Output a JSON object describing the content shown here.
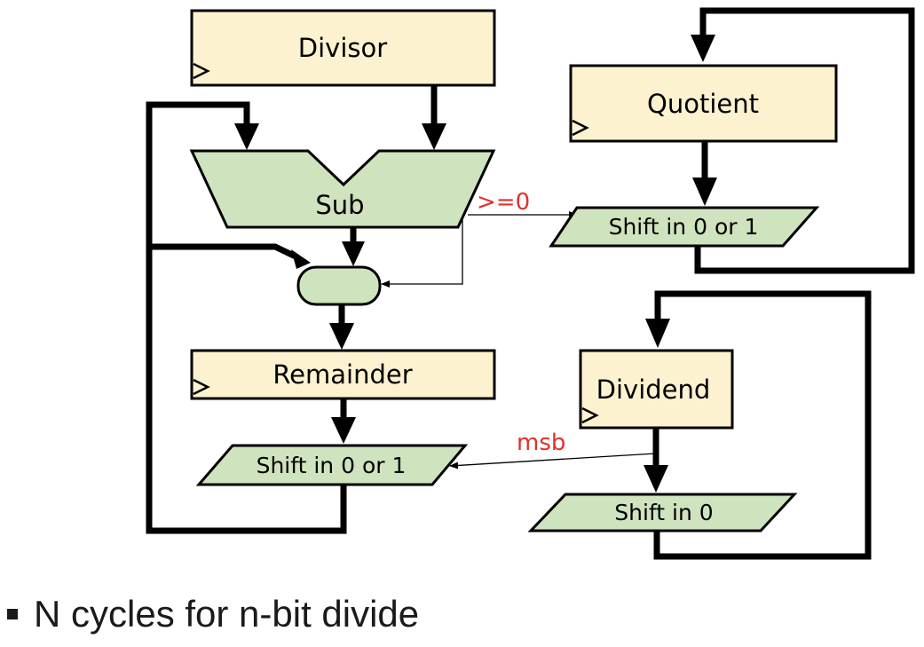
{
  "diagram": {
    "divisor": "Divisor",
    "quotient": "Quotient",
    "sub": "Sub",
    "remainder": "Remainder",
    "dividend": "Dividend",
    "quotient_shift": "Shift in 0 or 1",
    "remainder_shift": "Shift in 0 or 1",
    "dividend_shift": "Shift in 0",
    "ge0_label": ">=0",
    "msb_label": "msb"
  },
  "bullets": [
    "N cycles for n-bit divide"
  ],
  "colors": {
    "register_fill": "#fdf2d0",
    "logic_fill": "#cfe3bf",
    "label_red": "#e0312a"
  }
}
